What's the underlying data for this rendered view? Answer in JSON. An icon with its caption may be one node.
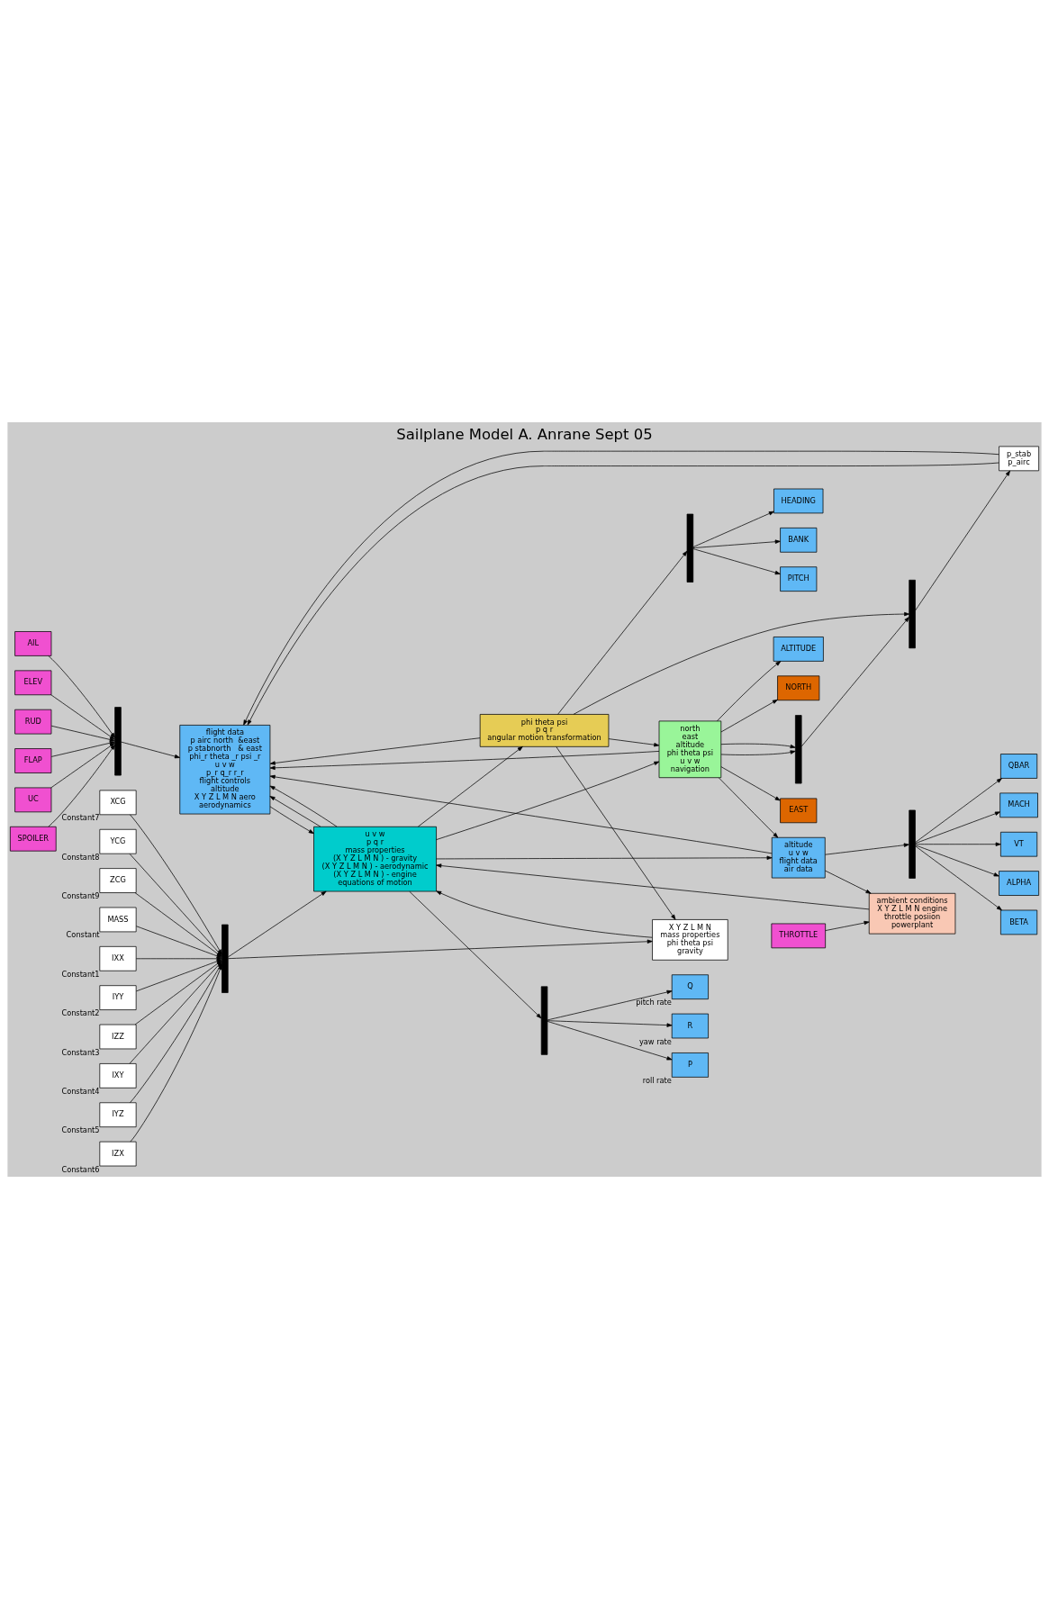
{
  "diagram": {
    "title": "Sailplane Model A. Anrane Sept 05",
    "nodes": [
      {
        "text": [
          "flight data",
          "p airc north  &east",
          "p stabnorth   & east",
          "phi_r theta _r psi _r",
          "u v w",
          "p_r q_r r_r",
          "flight controls",
          "altitude",
          "X Y Z L M N aero",
          "aerodynamics"
        ]
      },
      {
        "text": [
          "u v w",
          "p q r",
          "mass properties",
          "(X Y Z L M N ) - gravity",
          "(X Y Z L M N ) - aerodynamic",
          "(X Y Z L M N ) - engine",
          "equations of motion"
        ]
      },
      {
        "text": [
          "altitude",
          "u v w",
          "flight data",
          "air data"
        ]
      },
      {
        "text": [
          "north",
          "east",
          "altitude",
          "phi theta psi",
          "u v w",
          "navigation"
        ]
      },
      {
        "text": [
          "phi theta psi",
          "p q r",
          "angular motion transformation"
        ]
      },
      {
        "text": [
          "ambient conditions",
          "X Y Z L M N engine",
          "throttle posiion",
          "powerplant"
        ]
      },
      {
        "text": [
          "X Y Z L M N",
          "mass properties",
          "phi theta psi",
          "gravity"
        ]
      },
      {
        "text": [
          "p_stab",
          "p_airc"
        ]
      },
      {
        "text": [
          "AIL"
        ]
      },
      {
        "text": [
          "ELEV"
        ]
      },
      {
        "text": [
          "RUD"
        ]
      },
      {
        "text": [
          "FLAP"
        ]
      },
      {
        "text": [
          "UC"
        ]
      },
      {
        "text": [
          "SPOILER"
        ]
      },
      {
        "text": [],
        "shape": "bar"
      },
      {
        "text": [
          "NORTH"
        ]
      },
      {
        "text": [
          "EAST"
        ]
      },
      {
        "text": [
          "ALTITUDE"
        ]
      },
      {
        "text": [
          "BANK"
        ]
      },
      {
        "text": [
          "PITCH"
        ]
      },
      {
        "text": [
          "HEADING"
        ]
      },
      {
        "text": [],
        "shape": "bar"
      },
      {
        "text": [
          "P"
        ],
        "beside": [
          "roll rate"
        ]
      },
      {
        "text": [
          "Q"
        ],
        "beside": [
          "pitch rate"
        ]
      },
      {
        "text": [
          "R"
        ],
        "beside": [
          "yaw rate"
        ]
      },
      {
        "text": [],
        "shape": "bar"
      },
      {
        "text": [],
        "shape": "bar"
      },
      {
        "text": [],
        "shape": "bar"
      },
      {
        "text": [],
        "shape": "bar"
      },
      {
        "text": [
          "MACH"
        ]
      },
      {
        "text": [
          "VT"
        ]
      },
      {
        "text": [
          "ALPHA"
        ]
      },
      {
        "text": [
          "BETA"
        ]
      },
      {
        "text": [
          "QBAR"
        ]
      },
      {
        "text": [
          "THROTTLE"
        ]
      },
      {
        "text": [],
        "shape": "bar"
      },
      {
        "text": [
          "MASS"
        ],
        "beside": [
          "Constant"
        ]
      },
      {
        "text": [
          "IXX"
        ],
        "beside": [
          "Constant1"
        ]
      },
      {
        "text": [
          "IYY"
        ],
        "beside": [
          "Constant2"
        ]
      },
      {
        "text": [
          "IZZ"
        ],
        "beside": [
          "Constant3"
        ]
      },
      {
        "text": [
          "IXY"
        ],
        "beside": [
          "Constant4"
        ]
      },
      {
        "text": [
          "IYZ"
        ],
        "beside": [
          "Constant5"
        ]
      },
      {
        "text": [
          "IZX"
        ],
        "beside": [
          "Constant6"
        ]
      },
      {
        "text": [
          "XCG"
        ],
        "beside": [
          "Constant7"
        ]
      },
      {
        "text": [
          "YCG"
        ],
        "beside": [
          "Constant8"
        ]
      },
      {
        "text": [
          "ZCG"
        ],
        "beside": [
          "Constant9"
        ]
      }
    ],
    "edges": [
      {
        "from": 8,
        "to": 14,
        "arrow": "to"
      },
      {
        "from": 9,
        "to": 14,
        "arrow": "to"
      },
      {
        "from": 10,
        "to": 14,
        "arrow": "to"
      },
      {
        "from": 11,
        "to": 14,
        "arrow": "to"
      },
      {
        "from": 12,
        "to": 14,
        "arrow": "to"
      },
      {
        "from": 13,
        "to": 14,
        "arrow": "to"
      },
      {
        "from": 14,
        "to": 0,
        "arrow": "to"
      },
      {
        "from": 3,
        "to": 15,
        "arrow": "to"
      },
      {
        "from": 3,
        "to": 16,
        "arrow": "to"
      },
      {
        "from": 3,
        "to": 17,
        "arrow": "to"
      },
      {
        "from": 3,
        "to": 26,
        "arrow": "to"
      },
      {
        "from": 3,
        "to": 26,
        "arrow": "to"
      },
      {
        "from": 3,
        "to": 2,
        "arrow": "to"
      },
      {
        "from": 3,
        "to": 0,
        "arrow": "to"
      },
      {
        "from": 26,
        "to": 27,
        "arrow": "to"
      },
      {
        "from": 1,
        "to": 2,
        "arrow": "to"
      },
      {
        "from": 1,
        "to": 3,
        "arrow": "to"
      },
      {
        "from": 1,
        "to": 0,
        "arrow": "to"
      },
      {
        "from": 4,
        "to": 27,
        "arrow": "to"
      },
      {
        "from": 4,
        "to": 3,
        "arrow": "to"
      },
      {
        "from": 4,
        "to": 6,
        "arrow": "to"
      },
      {
        "from": 4,
        "to": 21,
        "arrow": "to"
      },
      {
        "from": 4,
        "to": 0,
        "arrow": "to"
      },
      {
        "from": 27,
        "to": 7,
        "arrow": "to"
      },
      {
        "from": 7,
        "to": 0,
        "arrow": "to"
      },
      {
        "from": 7,
        "to": 0,
        "arrow": "to"
      },
      {
        "from": 2,
        "to": 0,
        "arrow": "to"
      },
      {
        "from": 2,
        "to": 28,
        "arrow": "to"
      },
      {
        "from": 2,
        "to": 5,
        "arrow": "to"
      },
      {
        "from": 28,
        "to": 29,
        "arrow": "to"
      },
      {
        "from": 28,
        "to": 30,
        "arrow": "to"
      },
      {
        "from": 28,
        "to": 31,
        "arrow": "to"
      },
      {
        "from": 28,
        "to": 32,
        "arrow": "to"
      },
      {
        "from": 28,
        "to": 33,
        "arrow": "to"
      },
      {
        "from": 1,
        "to": 25,
        "arrow": "to"
      },
      {
        "from": 1,
        "to": 4,
        "arrow": "to"
      },
      {
        "from": 1,
        "to": 0,
        "arrow": "to"
      },
      {
        "from": 25,
        "to": 22,
        "arrow": "to"
      },
      {
        "from": 25,
        "to": 23,
        "arrow": "to"
      },
      {
        "from": 25,
        "to": 24,
        "arrow": "to"
      },
      {
        "from": 21,
        "to": 18,
        "arrow": "to"
      },
      {
        "from": 21,
        "to": 19,
        "arrow": "to"
      },
      {
        "from": 21,
        "to": 20,
        "arrow": "to"
      },
      {
        "from": 0,
        "to": 1,
        "arrow": "to"
      },
      {
        "from": 5,
        "to": 1,
        "arrow": "to"
      },
      {
        "from": 6,
        "to": 1,
        "arrow": "to"
      },
      {
        "from": 34,
        "to": 5,
        "arrow": "to"
      },
      {
        "from": 36,
        "to": 35,
        "arrow": "to"
      },
      {
        "from": 37,
        "to": 35,
        "arrow": "to"
      },
      {
        "from": 38,
        "to": 35,
        "arrow": "to"
      },
      {
        "from": 39,
        "to": 35,
        "arrow": "to"
      },
      {
        "from": 40,
        "to": 35,
        "arrow": "to"
      },
      {
        "from": 41,
        "to": 35,
        "arrow": "to"
      },
      {
        "from": 42,
        "to": 35,
        "arrow": "to"
      },
      {
        "from": 43,
        "to": 35,
        "arrow": "to"
      },
      {
        "from": 44,
        "to": 35,
        "arrow": "to"
      },
      {
        "from": 45,
        "to": 35,
        "arrow": "to"
      },
      {
        "from": 35,
        "to": 1,
        "arrow": "to"
      },
      {
        "from": 35,
        "to": 6,
        "arrow": "to"
      }
    ]
  }
}
